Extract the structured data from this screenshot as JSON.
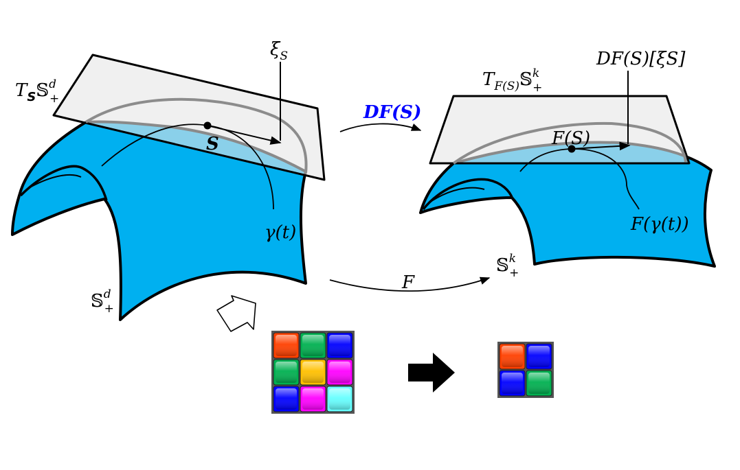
{
  "diagram": {
    "left_manifold": {
      "tangent_plane_label": "TS𝕊d+",
      "tangent_plane_label_parts": {
        "T": "T",
        "sub": "S",
        "S": "𝕊",
        "sup": "d",
        "sub2": "+"
      },
      "tangent_vector_label": "ξS",
      "tangent_vector_label_parts": {
        "xi": "ξ",
        "sub": "S"
      },
      "point_label": "S",
      "curve_label": "γ(t)",
      "manifold_label": "𝕊d+",
      "manifold_label_parts": {
        "S": "𝕊",
        "sup": "d",
        "sub": "+"
      }
    },
    "right_manifold": {
      "tangent_plane_label": "TF(S)𝕊k+",
      "tangent_plane_label_parts": {
        "T": "T",
        "sub": "F(S)",
        "S": "𝕊",
        "sup": "k",
        "sub2": "+"
      },
      "tangent_vector_label": "DF(S)[ξS]",
      "point_label": "F(S)",
      "curve_label": "F(γ(t))",
      "manifold_label": "𝕊k+",
      "manifold_label_parts": {
        "S": "𝕊",
        "sup": "k",
        "sub": "+"
      }
    },
    "differential_arrow_label": "DF(S)",
    "map_arrow_label": "F",
    "colors": {
      "manifold_fill": "#00b0f0",
      "plane_fill": "#e6e6e6",
      "differential_label": "#0000ff",
      "outline": "#000000"
    },
    "matrix_large": {
      "rows": 3,
      "cols": 3,
      "cell_colors": [
        "#ff4000",
        "#00b050",
        "#0000ff",
        "#00b050",
        "#ffc000",
        "#ff00ff",
        "#0000ff",
        "#ff00ff",
        "#66ffff"
      ]
    },
    "matrix_small": {
      "rows": 2,
      "cols": 2,
      "cell_colors": [
        "#ff4000",
        "#0000ff",
        "#0000ff",
        "#00b050"
      ]
    }
  }
}
